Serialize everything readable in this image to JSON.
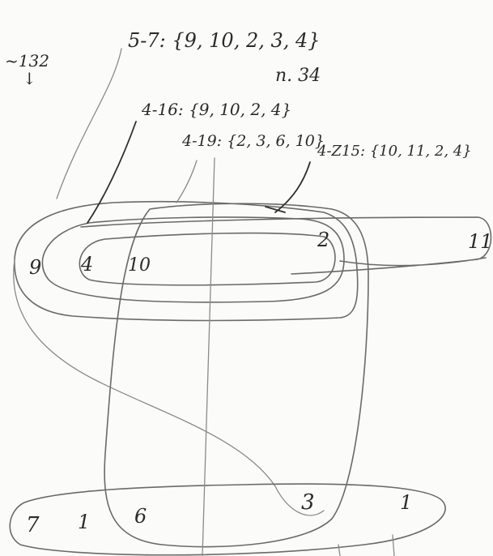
{
  "annotations": {
    "top_left_note": "~132",
    "arrow_down": "↓",
    "set_5_7": "5-7: {9, 10, 2, 3, 4}",
    "n_label": "n. 34",
    "set_4_16": "4-16: {9, 10, 2, 4}",
    "set_4_19": "4-19: {2, 3, 6, 10}",
    "set_4_z15": "4-Z15: {10, 11, 2, 4}"
  },
  "nodes": {
    "n9": "9",
    "n4": "4",
    "n10": "10",
    "n2": "2",
    "n11": "11",
    "n7": "7",
    "n1_left": "1",
    "n6": "6",
    "n3": "3",
    "n1_right": "1"
  }
}
